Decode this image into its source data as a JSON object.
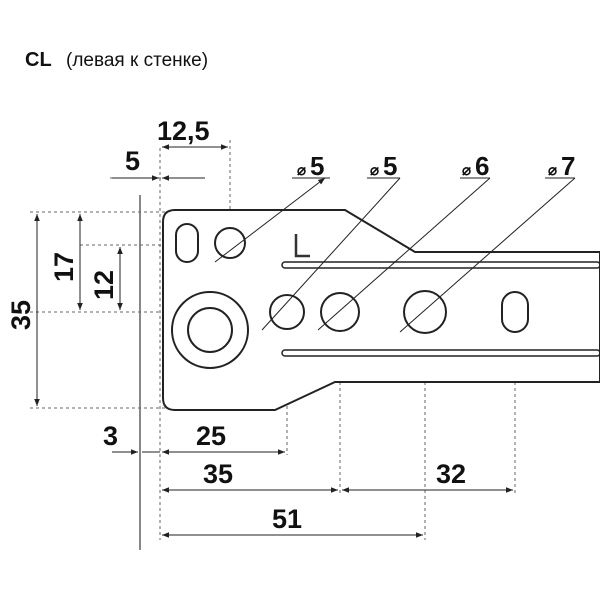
{
  "title": {
    "code": "CL",
    "description": "(левая к стенке)"
  },
  "part_mark": "L",
  "dimensions": {
    "d_5_horizontal": "5",
    "d_12_5": "12,5",
    "d_35_vertical": "35",
    "d_17": "17",
    "d_12": "12",
    "d_3": "3",
    "d_25": "25",
    "d_35_horizontal": "35",
    "d_32": "32",
    "d_51": "51"
  },
  "diameters": {
    "dia_5_a": "5",
    "dia_5_b": "5",
    "dia_6": "6",
    "dia_7": "7"
  },
  "diameter_symbol": "⌀"
}
